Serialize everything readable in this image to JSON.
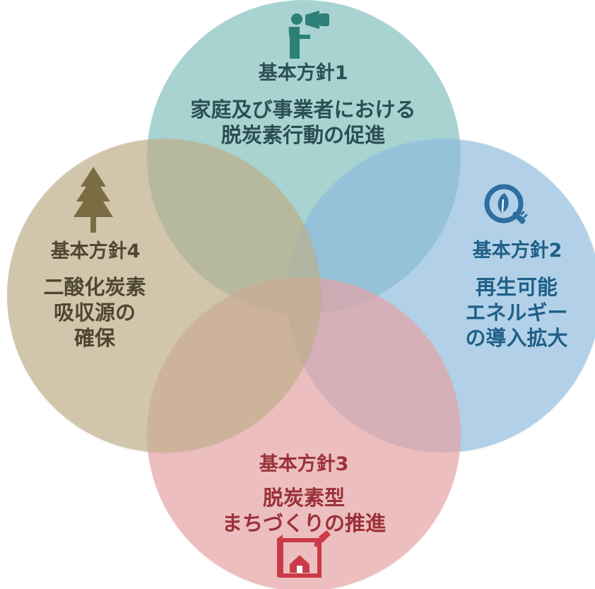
{
  "policies": [
    {
      "id": "policy-1",
      "heading": "基本方針1",
      "lines": [
        "家庭及び事業者における",
        "脱炭素行動の促進"
      ],
      "fill": "#7dbfbd",
      "text_color": "#2b4f52",
      "icon": "megaphone-person-icon"
    },
    {
      "id": "policy-2",
      "heading": "基本方針2",
      "lines": [
        "再生可能",
        "エネルギー",
        "の導入拡大"
      ],
      "fill": "#8ebee0",
      "text_color": "#1f5f88",
      "icon": "leaf-plug-icon"
    },
    {
      "id": "policy-3",
      "heading": "基本方針3",
      "lines": [
        "脱炭素型",
        "まちづくりの推進"
      ],
      "fill": "#e7a3a7",
      "text_color": "#9b3139",
      "icon": "house-plan-icon"
    },
    {
      "id": "policy-4",
      "heading": "基本方針4",
      "lines": [
        "二酸化炭素",
        "吸収源の",
        "確保"
      ],
      "fill": "#bfb08a",
      "text_color": "#4f4632",
      "icon": "tree-icon"
    }
  ]
}
